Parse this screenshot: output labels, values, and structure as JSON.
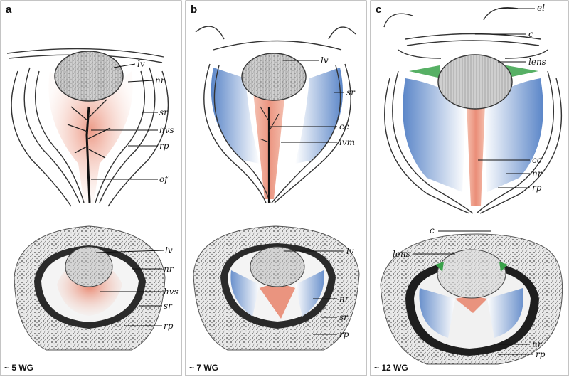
{
  "panels": [
    {
      "letter": "a",
      "age": "~ 5 WG",
      "labels": [
        "lv",
        "nr",
        "sr",
        "hvs",
        "rp",
        "of"
      ],
      "histo_labels": [
        "lv",
        "nr",
        "hvs",
        "sr",
        "rp"
      ]
    },
    {
      "letter": "b",
      "age": "~ 7 WG",
      "labels": [
        "lv",
        "sr",
        "cc",
        "ivm"
      ],
      "histo_labels": [
        "lv",
        "nr",
        "sr",
        "rp"
      ]
    },
    {
      "letter": "c",
      "age": "~ 12 WG",
      "labels": [
        "el",
        "c",
        "lens",
        "cc",
        "nr",
        "rp"
      ],
      "histo_labels": [
        "c",
        "lens",
        "nr",
        "rp"
      ]
    }
  ],
  "colors": {
    "vitreous_red": "#e8826a",
    "vitreous_blue": "#5b86c8",
    "zonule_green": "#3aa24a",
    "outline": "#333333"
  }
}
